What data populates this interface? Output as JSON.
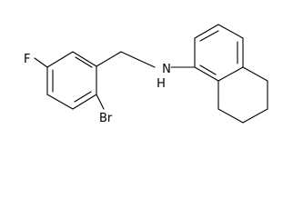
{
  "molecule": {
    "atoms": {
      "fluorine": "F",
      "bromine": "Br",
      "amine": "N",
      "amine_hydrogen": "H"
    },
    "colors": {
      "bond": "#000000",
      "label": "#000000",
      "background": "#ffffff"
    }
  }
}
